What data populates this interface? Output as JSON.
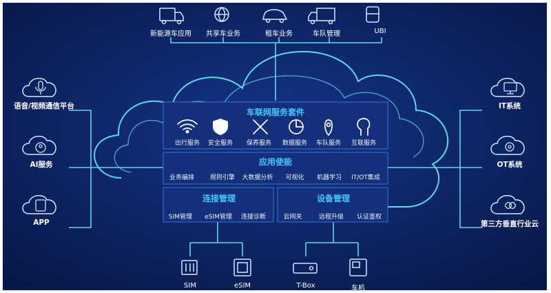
{
  "top_apps": [
    {
      "label": "新能源车应用",
      "icon": "ev-charging-truck-icon"
    },
    {
      "label": "共享车业务",
      "icon": "globe-location-icon"
    },
    {
      "label": "租车业务",
      "icon": "car-icon"
    },
    {
      "label": "车队管理",
      "icon": "truck-icon"
    },
    {
      "label": "UBI",
      "icon": "bus-icon"
    }
  ],
  "left_platforms": [
    {
      "label": "语音/视频通信平台",
      "icon": "microphone-cloud-icon"
    },
    {
      "label": "AI服务",
      "icon": "ai-head-cloud-icon"
    },
    {
      "label": "APP",
      "icon": "app-cloud-icon"
    }
  ],
  "right_systems": [
    {
      "label": "IT系统",
      "icon": "computer-cloud-icon"
    },
    {
      "label": "OT系统",
      "icon": "gear-cloud-icon"
    },
    {
      "label": "第三方垂直行业云",
      "icon": "link-cloud-icon"
    }
  ],
  "service_suite": {
    "title": "车联网服务套件",
    "items": [
      {
        "label": "出行服务",
        "icon": "wifi-icon"
      },
      {
        "label": "安全服务",
        "icon": "shield-icon"
      },
      {
        "label": "保养服务",
        "icon": "tools-icon"
      },
      {
        "label": "数据服务",
        "icon": "pie-chart-icon"
      },
      {
        "label": "车队服务",
        "icon": "location-pin-icon"
      },
      {
        "label": "互联服务",
        "icon": "head-profile-icon"
      }
    ]
  },
  "app_enablement": {
    "title": "应用使能",
    "items": [
      "业务编排",
      "规则引擎",
      "大数据分析",
      "可视化",
      "机器学习",
      "IT/OT集成"
    ]
  },
  "connection_mgmt": {
    "title": "连接管理",
    "items": [
      "SIM管理",
      "eSIM管理",
      "连接诊断"
    ]
  },
  "device_mgmt": {
    "title": "设备管理",
    "items": [
      "云网关",
      "远程升级",
      "认证鉴权"
    ]
  },
  "bottom_devices": [
    {
      "label": "SIM",
      "icon": "sim-card-icon"
    },
    {
      "label": "eSIM",
      "icon": "esim-chip-icon"
    },
    {
      "label": "T-Box",
      "icon": "tbox-icon"
    },
    {
      "label": "车机",
      "icon": "car-unit-icon"
    }
  ],
  "colors": {
    "background": "#0a1c52",
    "line": "#5fd8e6",
    "title": "#3fc8ff",
    "panel": "#14307a"
  }
}
